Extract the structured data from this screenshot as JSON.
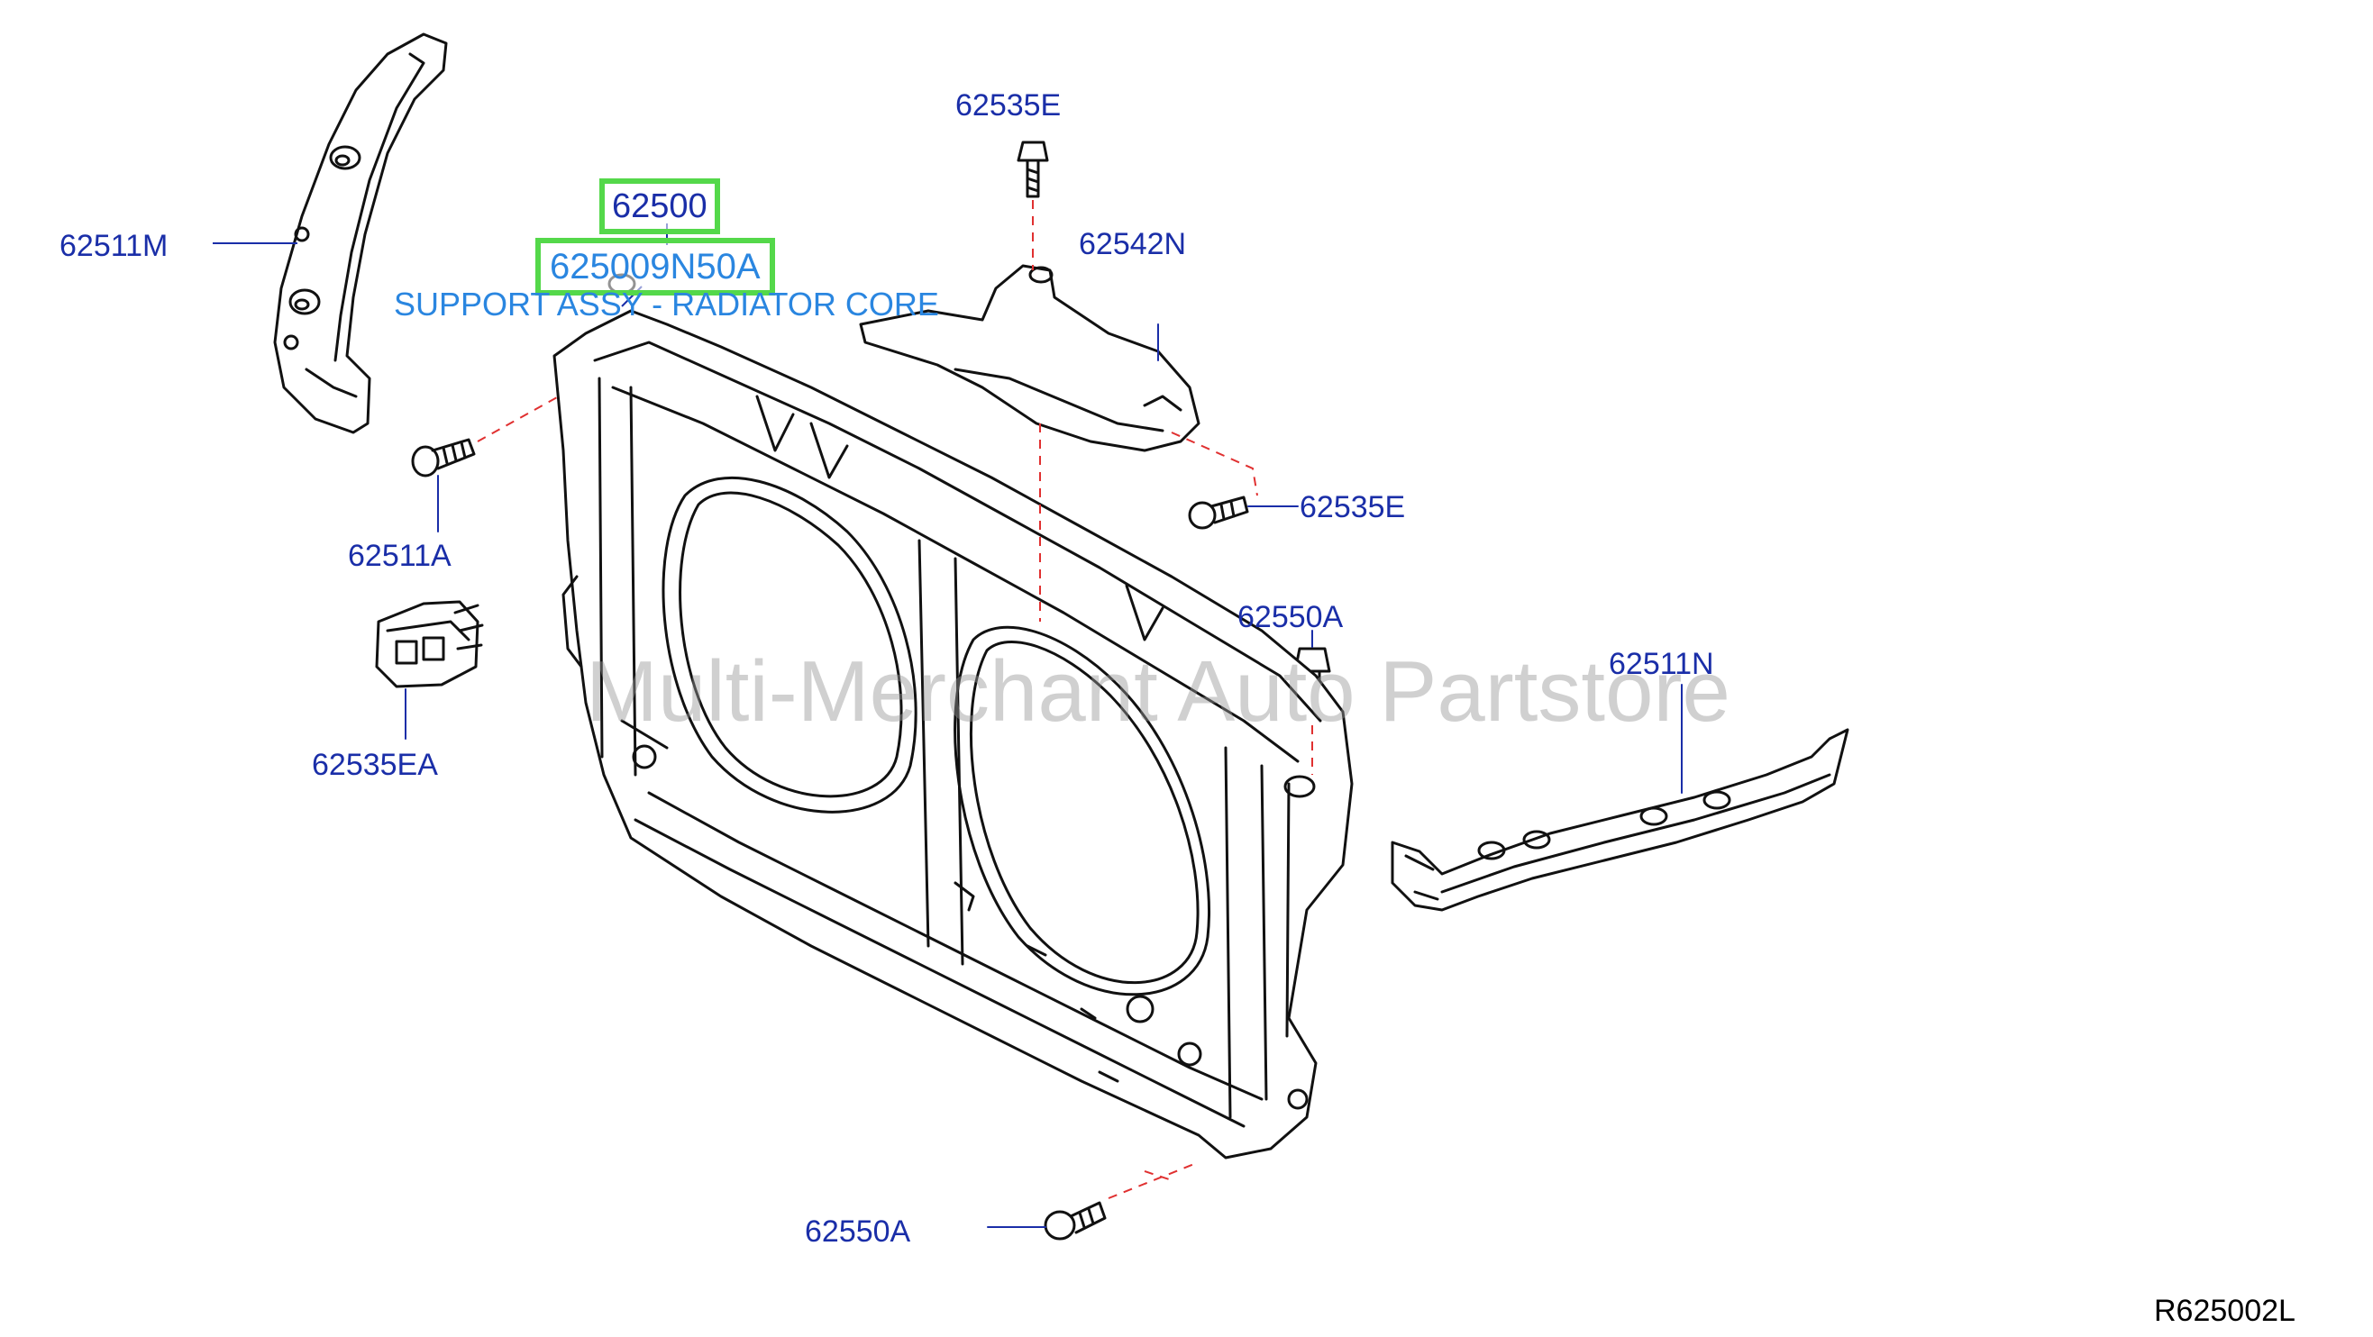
{
  "callouts": {
    "c_62511M": "62511M",
    "c_62511A": "62511A",
    "c_62535EA": "62535EA",
    "c_62535E_top": "62535E",
    "c_62542N": "62542N",
    "c_62535E_mid": "62535E",
    "c_62550A_mid": "62550A",
    "c_62511N": "62511N",
    "c_62550A_bot": "62550A"
  },
  "highlight": {
    "part_number": "62500",
    "full_number": "625009N50A",
    "description": "SUPPORT ASSY - RADIATOR CORE"
  },
  "watermark": "Multi-Merchant Auto Partstore",
  "diagram_code": "R625002L",
  "colors": {
    "callout_text": "#1a2ea8",
    "description_text": "#2a86e0",
    "highlight_border": "#54d84a",
    "guide_dash": "#e03030"
  }
}
